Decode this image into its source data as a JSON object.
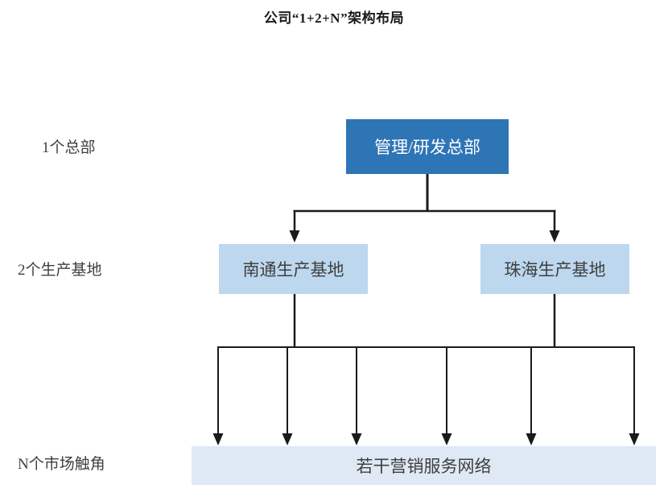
{
  "page": {
    "title": "公司“1+2+N”架构布局",
    "background_color": "#ffffff"
  },
  "row_labels": [
    {
      "id": "hq",
      "text": "1个总部"
    },
    {
      "id": "bases",
      "text": "2个生产基地"
    },
    {
      "id": "market",
      "text": "N个市场触角"
    }
  ],
  "nodes": {
    "headquarters": {
      "label": "管理/研发总部",
      "fill": "#2E75B6",
      "text_color": "#ffffff"
    },
    "base_nantong": {
      "label": "南通生产基地",
      "fill": "#BDD7EE",
      "text_color": "#3f3f3f"
    },
    "base_zhuhai": {
      "label": "珠海生产基地",
      "fill": "#BDD7EE",
      "text_color": "#3f3f3f"
    },
    "network": {
      "label": "若干营销服务网络",
      "fill": "#DEE9F5",
      "text_color": "#3f3f3f"
    }
  },
  "connectors": {
    "line_color": "#1a1a1a",
    "headquarters_to_bases_count": 2,
    "bases_to_network_count": 6
  },
  "chart_data": {
    "type": "diagram",
    "title": "公司“1+2+N”架构布局",
    "levels": [
      {
        "label": "1个总部",
        "nodes": [
          "管理/研发总部"
        ]
      },
      {
        "label": "2个生产基地",
        "nodes": [
          "南通生产基地",
          "珠海生产基地"
        ]
      },
      {
        "label": "N个市场触角",
        "nodes": [
          "若干营销服务网络"
        ]
      }
    ],
    "edges": [
      {
        "from": "管理/研发总部",
        "to": "南通生产基地"
      },
      {
        "from": "管理/研发总部",
        "to": "珠海生产基地"
      },
      {
        "from": "南通生产基地",
        "to": "若干营销服务网络"
      },
      {
        "from": "珠海生产基地",
        "to": "若干营销服务网络"
      }
    ]
  }
}
